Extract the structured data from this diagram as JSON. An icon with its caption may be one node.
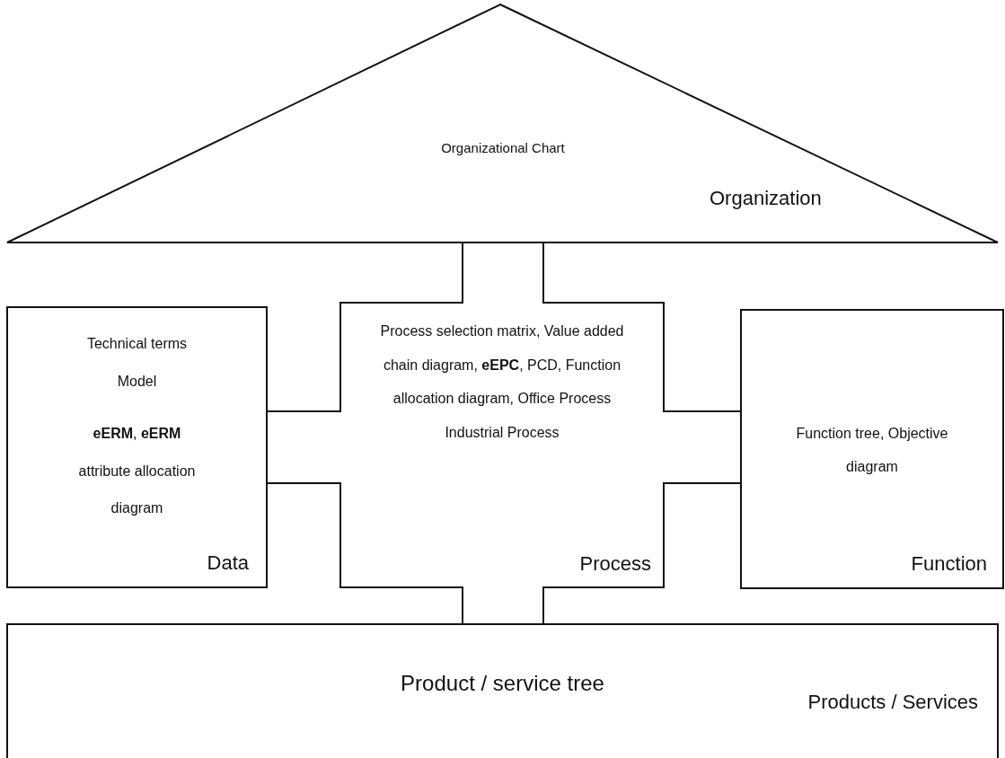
{
  "diagram": {
    "nodes": [
      {
        "text": [
          "Organizational Chart",
          "Organization"
        ]
      },
      {
        "text": [
          "Technical terms Model",
          "**eERM**, **eERM** attribute allocation diagram",
          "Data"
        ]
      },
      {
        "text": [
          "Process selection matrix, Value added chain diagram, **eEPC**, PCD, Function allocation diagram, Office Process Industrial Process",
          "Process"
        ]
      },
      {
        "text": [
          "Function tree, Objective diagram",
          "Function"
        ]
      },
      {
        "text": [
          "Product / service tree",
          "Products / Services"
        ]
      }
    ]
  }
}
